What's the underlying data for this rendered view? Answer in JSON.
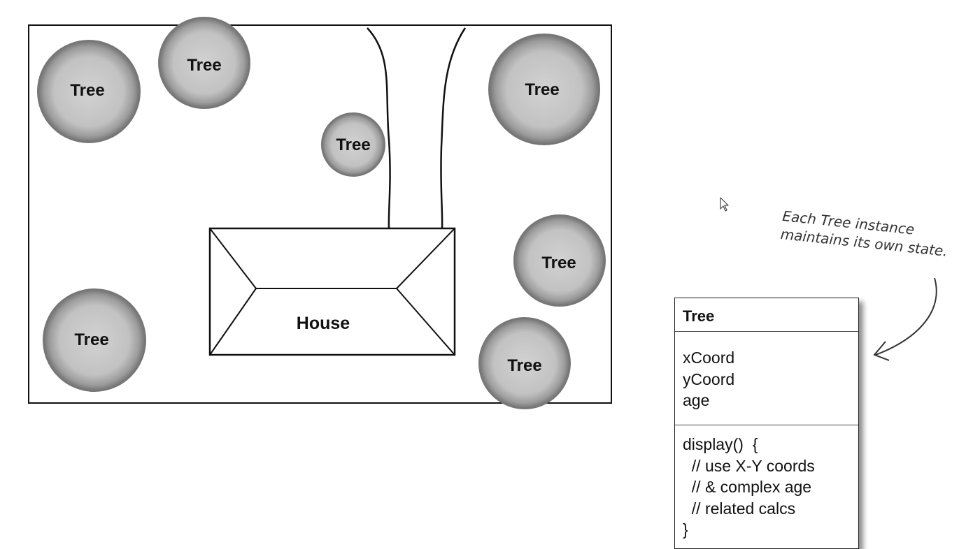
{
  "yard": {
    "trees": [
      {
        "label": "Tree"
      },
      {
        "label": "Tree"
      },
      {
        "label": "Tree"
      },
      {
        "label": "Tree"
      },
      {
        "label": "Tree"
      },
      {
        "label": "Tree"
      },
      {
        "label": "Tree"
      }
    ],
    "house": {
      "label": "House"
    }
  },
  "uml": {
    "class_name": "Tree",
    "attributes": [
      "xCoord",
      "yCoord",
      "age"
    ],
    "methods": [
      "display()  {",
      "  // use X-Y coords",
      "  // & complex age",
      "  // related calcs",
      "}"
    ]
  },
  "annotation": {
    "lines": [
      "Each Tree instance",
      "maintains its own state."
    ]
  },
  "colors": {
    "tree_fill": "#c9c9c9",
    "tree_edge": "#6e6e6e",
    "line": "#111111"
  }
}
